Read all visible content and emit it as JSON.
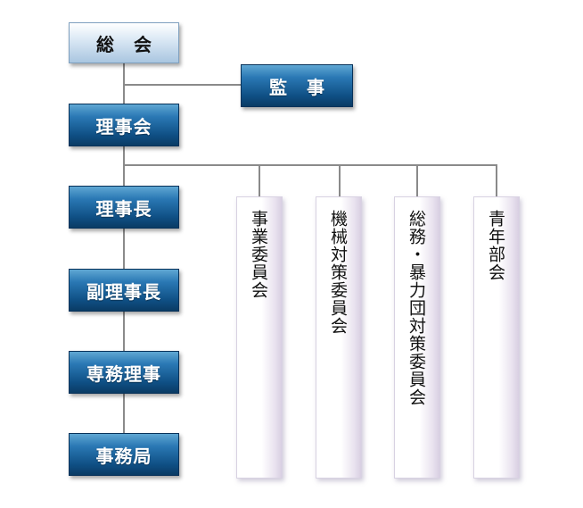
{
  "general_assembly": "総会",
  "auditor": "監事",
  "board": "理事会",
  "chairman": "理事長",
  "vice_chairman": "副理事長",
  "managing_director": "専務理事",
  "secretariat": "事務局",
  "committees": [
    "事業委員会",
    "機械対策委員会",
    "総務・暴力団対策委員会",
    "青年部会"
  ]
}
